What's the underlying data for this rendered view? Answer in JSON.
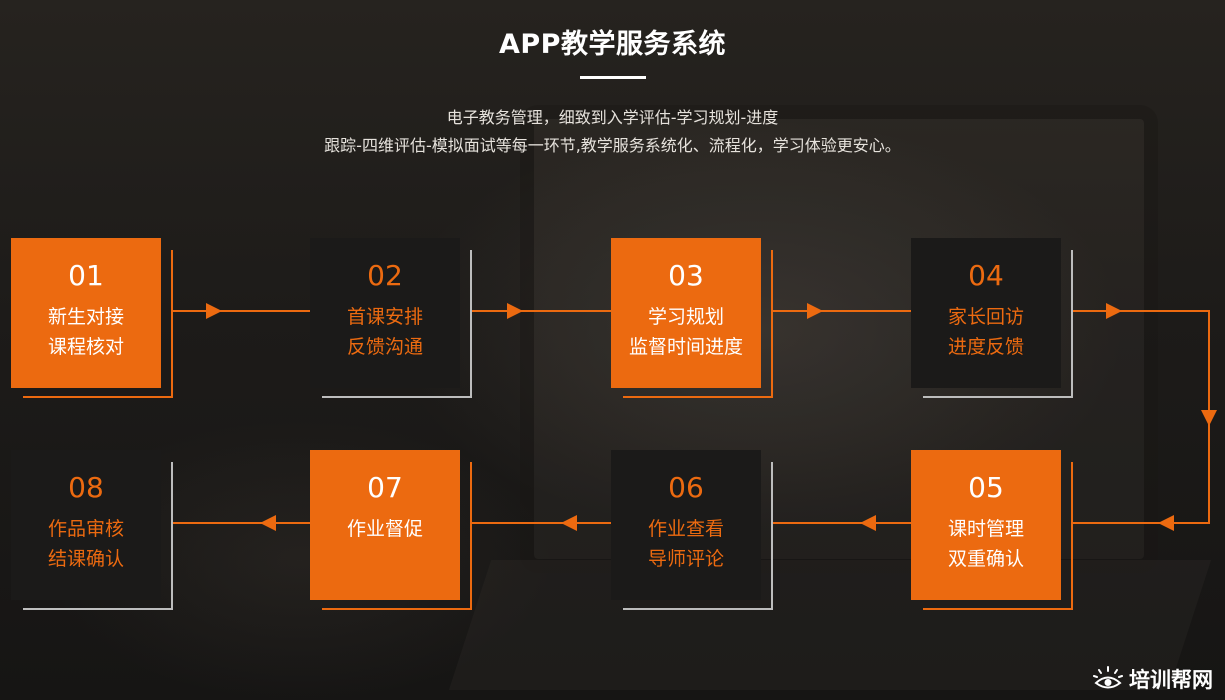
{
  "title": "APP教学服务系统",
  "description": {
    "line1": "电子教务管理，细致到入学评估-学习规划-进度",
    "line2": "跟踪-四维评估-模拟面试等每一环节,教学服务系统化、流程化，学习体验更安心。"
  },
  "colors": {
    "accent": "#ec6a10",
    "dark_card": "#1b1a19",
    "frame_gray": "#bdbdbd"
  },
  "steps": [
    {
      "num": "01",
      "line1": "新生对接",
      "line2": "课程核对",
      "style": "orange"
    },
    {
      "num": "02",
      "line1": "首课安排",
      "line2": "反馈沟通",
      "style": "dark"
    },
    {
      "num": "03",
      "line1": "学习规划",
      "line2": "监督时间进度",
      "style": "orange"
    },
    {
      "num": "04",
      "line1": "家长回访",
      "line2": "进度反馈",
      "style": "dark"
    },
    {
      "num": "05",
      "line1": "课时管理",
      "line2": "双重确认",
      "style": "orange"
    },
    {
      "num": "06",
      "line1": "作业查看",
      "line2": "导师评论",
      "style": "dark"
    },
    {
      "num": "07",
      "line1": "作业督促",
      "line2": "",
      "style": "orange"
    },
    {
      "num": "08",
      "line1": "作品审核",
      "line2": "结课确认",
      "style": "dark"
    }
  ],
  "brand": {
    "name": "培训帮网",
    "icon": "eye-logo-icon"
  }
}
